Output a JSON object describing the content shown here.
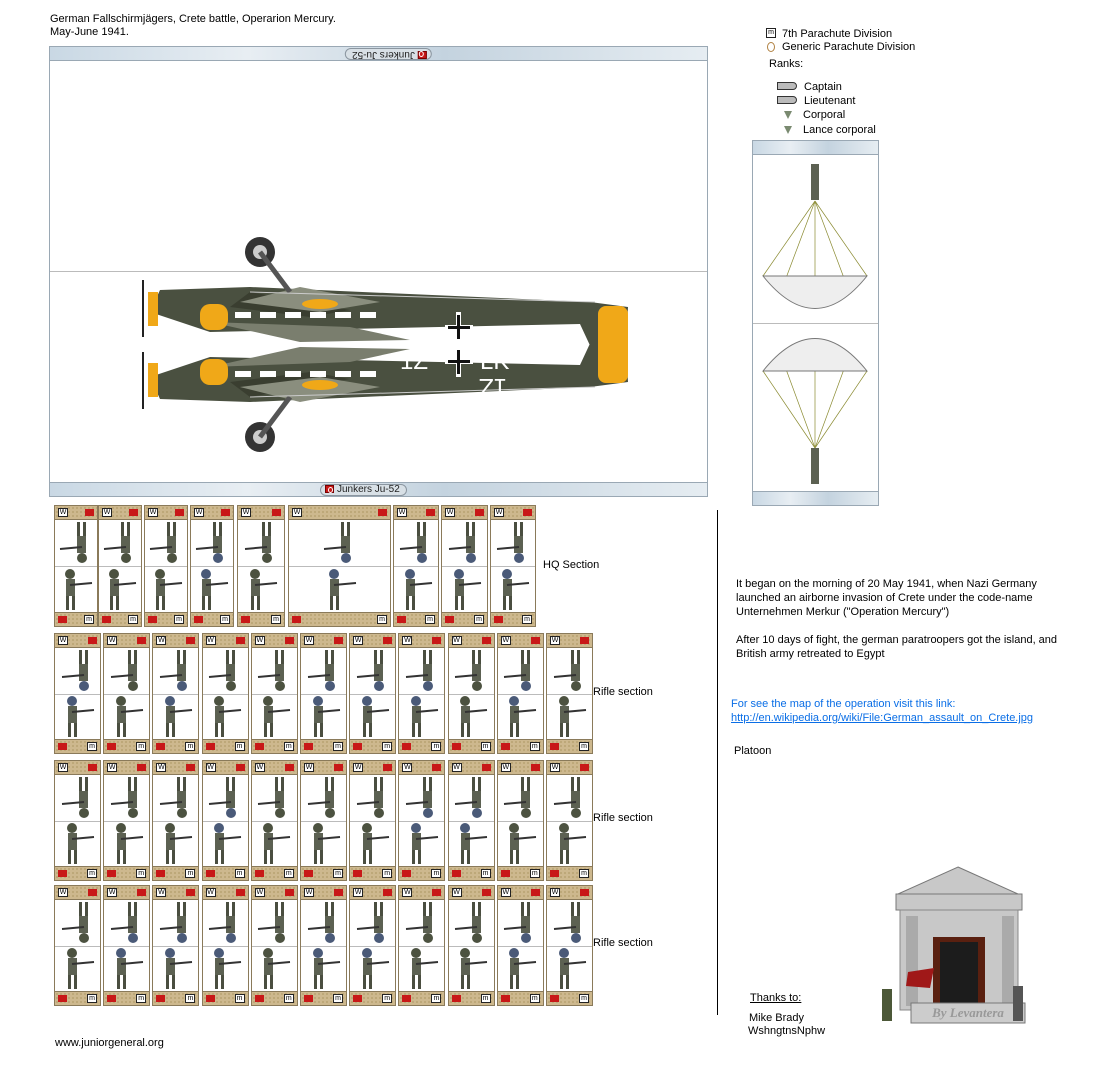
{
  "header": {
    "title": "German Fallschirmjägers, Crete battle, Operarion Mercury.",
    "subtitle": "May-June 1941."
  },
  "aircraft": {
    "label": "Junkers Ju-52",
    "label_flipped": "Junkers Ju-52",
    "code_left": "1Z",
    "code_right": "LK"
  },
  "legend": {
    "division_1": "7th Parachute Division",
    "division_2": "Generic Parachute Division",
    "ranks_title": "Ranks:",
    "ranks": [
      "Captain",
      "Lieutenant",
      "Corporal",
      "Lance corporal"
    ]
  },
  "sections": {
    "hq": "HQ Section",
    "rifle": [
      "Rifle section",
      "Rifle section",
      "Rifle section"
    ]
  },
  "description": {
    "para1": [
      "It began on the morning of 20 May 1941, when Nazi Germany",
      "launched an airborne invasion of Crete under the code-name",
      "Unternehmen Merkur (\"Operation Mercury\")"
    ],
    "para2": [
      "After 10 days of fight, the german paratroopers got the island, and",
      "British army retreated to Egypt"
    ],
    "link_intro": "For see the map of the operation visit this link:",
    "link": "http://en.wikipedia.org/wiki/File:German_assault_on_Crete.jpg",
    "platoon": "Platoon"
  },
  "credits": {
    "thanks": "Thanks to:",
    "names": [
      "Mike Brady",
      "WshngtnsNphw"
    ],
    "logo_text": "By Levantera"
  },
  "footer": "www.juniorgeneral.org",
  "colors": {
    "uniform": "#5c6152",
    "plane": "#4a5040",
    "yellow": "#f0a818",
    "card_bar": "#cdb88e",
    "link": "#0a6ee6"
  }
}
